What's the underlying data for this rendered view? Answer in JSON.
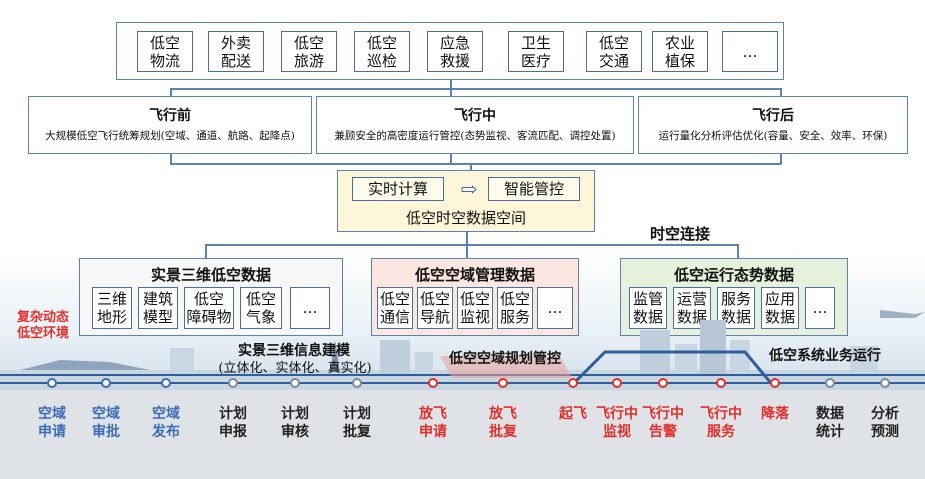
{
  "apps": [
    "低空\n物流",
    "外卖\n配送",
    "低空\n旅游",
    "低空\n巡检",
    "应急\n救援",
    "卫生\n医疗",
    "低空\n交通",
    "农业\n植保",
    "…"
  ],
  "phases": [
    {
      "title": "飞行前",
      "desc": "大规模低空飞行统筹规划(空域、通道、航路、起降点)"
    },
    {
      "title": "飞行中",
      "desc": "兼顾安全的高密度运行管控(态势监视、客流匹配、调控处置)"
    },
    {
      "title": "飞行后",
      "desc": "运行量化分析评估优化(容量、安全、效率、环保)"
    }
  ],
  "core": {
    "compute": "实时计算",
    "control": "智能管控",
    "title": "低空时空数据空间"
  },
  "spacetime_link": "时空连接",
  "groups": [
    {
      "title": "实景三维低空数据",
      "items": [
        "三维\n地形",
        "建筑\n模型",
        "低空\n障碍物",
        "低空\n气象",
        "…"
      ]
    },
    {
      "title": "低空空域管理数据",
      "items": [
        "低空\n通信",
        "低空\n导航",
        "低空\n监视",
        "低空\n服务",
        "…"
      ]
    },
    {
      "title": "低空运行态势数据",
      "items": [
        "监管\n数据",
        "运营\n数据",
        "服务\n数据",
        "应用\n数据",
        "…"
      ]
    }
  ],
  "env_label": "复杂动态\n低空环境",
  "stages": {
    "modeling": "实景三维信息建模",
    "modeling_sub": "(立体化、实体化、真实化)",
    "planning": "低空空域规划管控",
    "operation": "低空系统业务运行"
  },
  "steps": [
    {
      "label": "空域\n申请",
      "color": "#3b6db5"
    },
    {
      "label": "空域\n审批",
      "color": "#3b6db5"
    },
    {
      "label": "空域\n发布",
      "color": "#3b6db5"
    },
    {
      "label": "计划\n申报",
      "color": "#222222"
    },
    {
      "label": "计划\n审核",
      "color": "#222222"
    },
    {
      "label": "计划\n批复",
      "color": "#222222"
    },
    {
      "label": "放飞\n申请",
      "color": "#e0302a"
    },
    {
      "label": "放飞\n批复",
      "color": "#e0302a"
    },
    {
      "label": "起飞",
      "color": "#e0302a"
    },
    {
      "label": "飞行中\n监视",
      "color": "#e0302a"
    },
    {
      "label": "飞行中\n告警",
      "color": "#e0302a"
    },
    {
      "label": "飞行中\n服务",
      "color": "#e0302a"
    },
    {
      "label": "降落",
      "color": "#e0302a"
    },
    {
      "label": "数据\n统计",
      "color": "#222222"
    },
    {
      "label": "分析\n预测",
      "color": "#222222"
    }
  ]
}
